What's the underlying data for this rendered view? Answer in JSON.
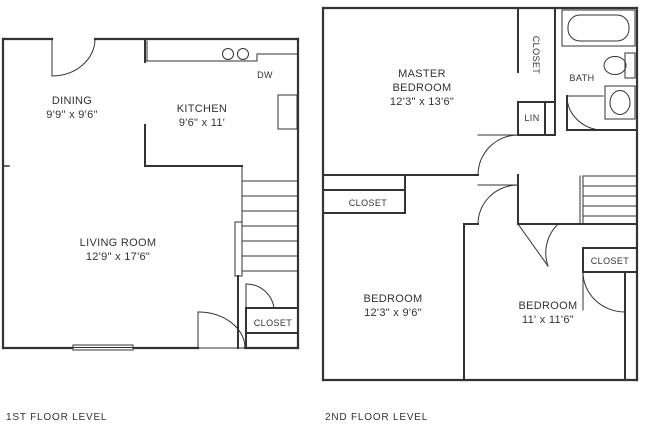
{
  "colors": {
    "wall": "#333333",
    "fixture": "#555555",
    "text": "#333333"
  },
  "floor1": {
    "level_label": "1ST FLOOR LEVEL",
    "rooms": {
      "dining": {
        "name": "DINING",
        "size": "9'9\" x 9'6\""
      },
      "kitchen": {
        "name": "KITCHEN",
        "size": "9'6\" x 11'"
      },
      "living": {
        "name": "LIVING ROOM",
        "size": "12'9\" x 17'6\""
      },
      "closet": {
        "name": "CLOSET"
      },
      "dw": {
        "name": "DW"
      }
    }
  },
  "floor2": {
    "level_label": "2ND FLOOR LEVEL",
    "rooms": {
      "master": {
        "name_line1": "MASTER",
        "name_line2": "BEDROOM",
        "size": "12'3\" x 13'6\""
      },
      "master_closet": {
        "name": "CLOSET"
      },
      "lin": {
        "name": "LIN"
      },
      "bath": {
        "name": "BATH"
      },
      "hall_closet": {
        "name": "CLOSET"
      },
      "bedroom1": {
        "name": "BEDROOM",
        "size": "12'3\" x  9'6\""
      },
      "bedroom2": {
        "name": "BEDROOM",
        "size": "11' x 11'6\""
      },
      "right_closet": {
        "name": "CLOSET"
      }
    }
  }
}
